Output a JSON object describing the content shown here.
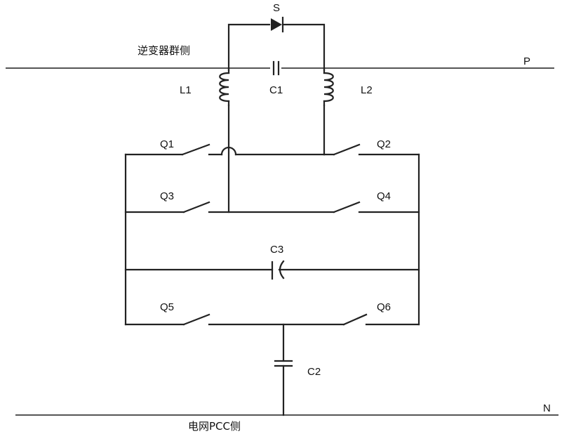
{
  "labels": {
    "inverter_side": "逆变器群侧",
    "grid_side": "电网PCC侧",
    "p": "P",
    "n": "N",
    "s": "S",
    "l1": "L1",
    "l2": "L2",
    "c1": "C1",
    "c2": "C2",
    "c3": "C3",
    "q1": "Q1",
    "q2": "Q2",
    "q3": "Q3",
    "q4": "Q4",
    "q5": "Q5",
    "q6": "Q6"
  }
}
